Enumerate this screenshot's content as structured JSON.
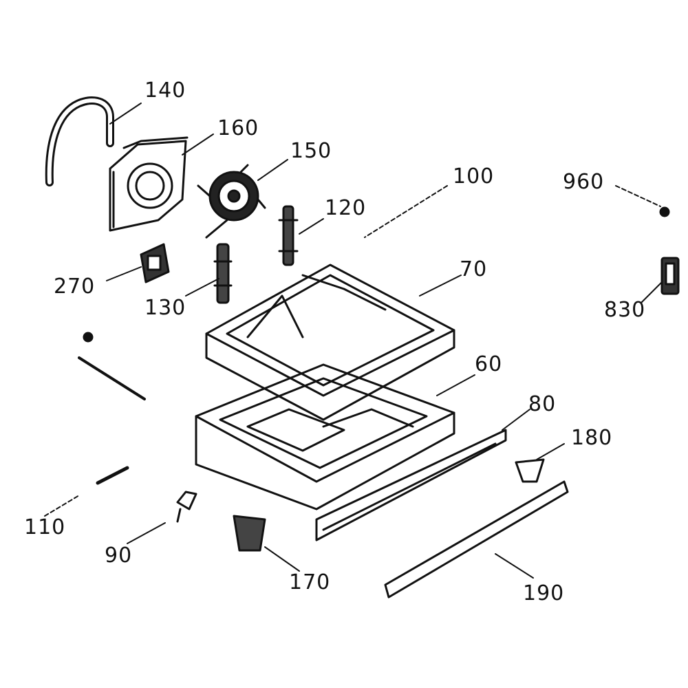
{
  "diagram": {
    "parts": {
      "p140": "140",
      "p160": "160",
      "p150": "150",
      "p100": "100",
      "p960": "960",
      "p120": "120",
      "p270": "270",
      "p70": "70",
      "p130": "130",
      "p830": "830",
      "p60": "60",
      "p80": "80",
      "p180": "180",
      "p110": "110",
      "p90": "90",
      "p170": "170",
      "p190": "190"
    }
  }
}
